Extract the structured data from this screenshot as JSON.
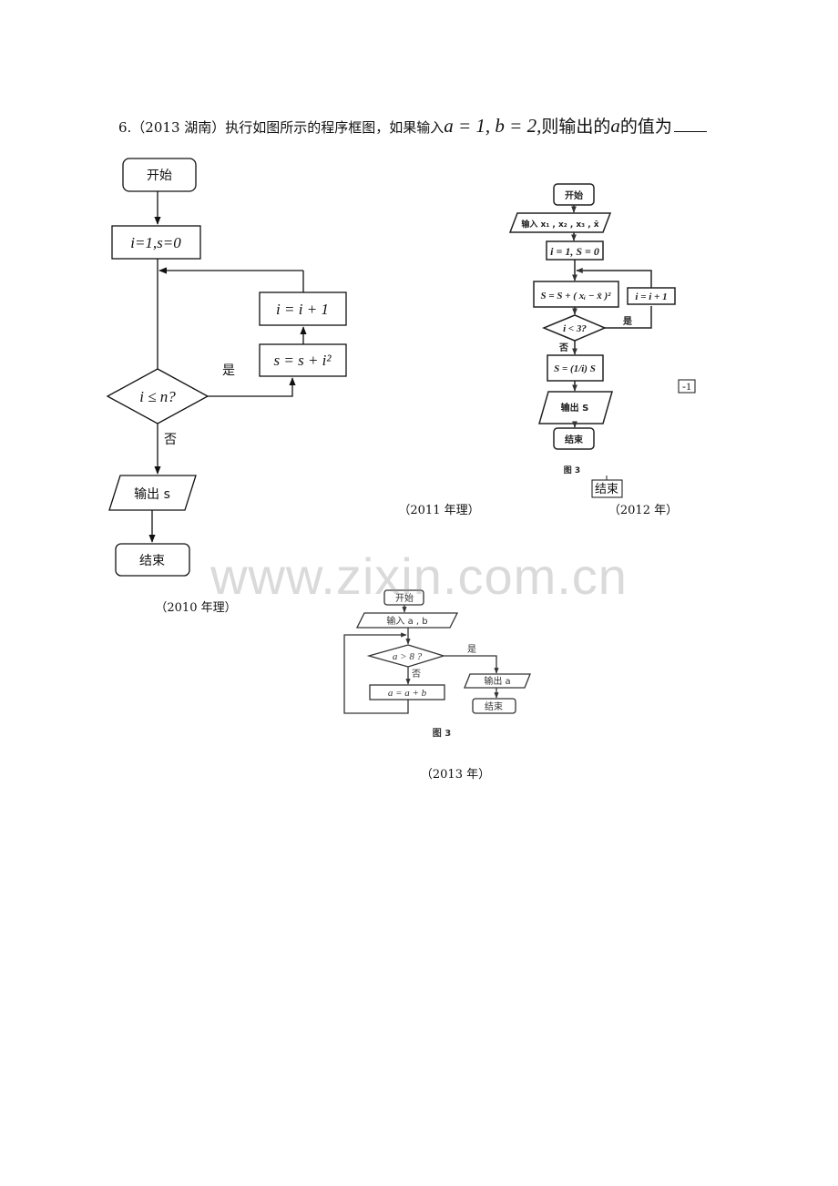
{
  "question": {
    "prefix": "6.（2013 湖南）执行如图所示的程序框图，如果输入",
    "math_input": "a = 1, b = 2,",
    "middle": "则输出的",
    "math_var": "a",
    "suffix": "的值为"
  },
  "chart_2010": {
    "start": "开始",
    "init": "i=1,s=0",
    "increment": "i = i + 1",
    "accumulate": "s = s + i²",
    "condition": "i ≤ n?",
    "yes": "是",
    "no": "否",
    "output": "输出 s",
    "end": "结束",
    "caption": "（2010 年理）"
  },
  "chart_2012": {
    "start": "开始",
    "input": "输入 x₁ , x₂ , x₃ , x̄",
    "init": "i = 1, S = 0",
    "accumulate": "S = S + ( xᵢ − x̄ )²",
    "increment": "i = i + 1",
    "condition": "i < 3?",
    "yes": "是",
    "no": "否",
    "compute": "S = (1/i) S",
    "output": "输出 S",
    "end": "结束",
    "fig_label": "图 3",
    "stray_end": "结束",
    "stray_box": "-1",
    "caption_2011": "（2011 年理）",
    "caption_2012": "（2012 年）"
  },
  "chart_2013": {
    "start": "开始",
    "input": "输入 a , b",
    "condition": "a > 8 ?",
    "yes": "是",
    "no": "否",
    "update": "a = a + b",
    "output": "输出 a",
    "end": "结束",
    "fig_label": "图 3",
    "caption": "（2013 年）"
  },
  "watermark": "www.zixin.com.cn"
}
